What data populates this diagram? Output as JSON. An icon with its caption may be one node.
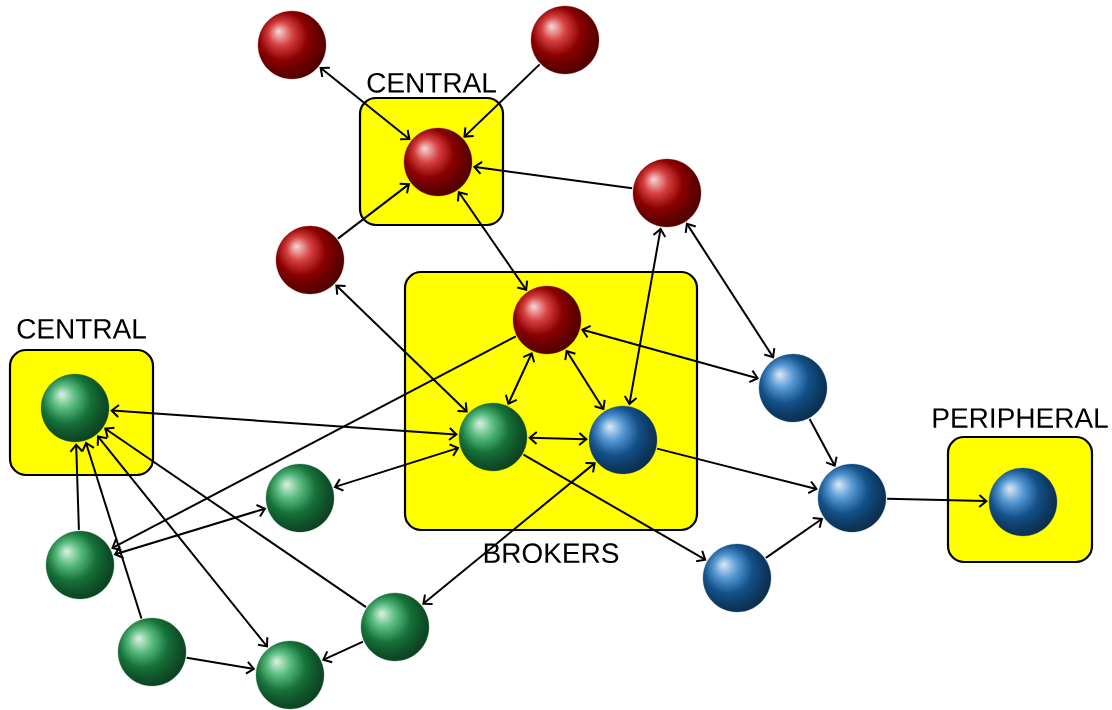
{
  "diagram": {
    "nodes": [
      {
        "text": [
          "CENTRAL"
        ]
      },
      {
        "text": [],
        "shape": "circle",
        "in": 0
      },
      {
        "text": [
          "CENTRAL"
        ]
      },
      {
        "text": [],
        "shape": "circle",
        "in": 2
      },
      {
        "text": [
          "BROKERS"
        ]
      },
      {
        "text": [],
        "shape": "circle",
        "in": 4
      },
      {
        "text": [],
        "shape": "circle",
        "in": 4
      },
      {
        "text": [],
        "shape": "circle",
        "in": 4
      },
      {
        "text": [
          "PERIPHERAL"
        ]
      },
      {
        "text": [],
        "shape": "circle",
        "in": 8
      },
      {
        "text": [],
        "shape": "circle"
      },
      {
        "text": [],
        "shape": "circle"
      },
      {
        "text": [],
        "shape": "circle"
      },
      {
        "text": [],
        "shape": "circle"
      },
      {
        "text": [],
        "shape": "circle"
      },
      {
        "text": [],
        "shape": "circle"
      },
      {
        "text": [],
        "shape": "circle"
      },
      {
        "text": [],
        "shape": "circle"
      },
      {
        "text": [],
        "shape": "circle"
      },
      {
        "text": [],
        "shape": "circle"
      },
      {
        "text": [],
        "shape": "circle"
      },
      {
        "text": [],
        "shape": "circle"
      }
    ],
    "edges": [
      {
        "from": 10,
        "to": 1,
        "arrow": "both"
      },
      {
        "from": 11,
        "to": 1,
        "arrow": "to"
      },
      {
        "from": 12,
        "to": 1,
        "arrow": "to"
      },
      {
        "from": 13,
        "to": 1,
        "arrow": "to"
      },
      {
        "from": 5,
        "to": 1,
        "arrow": "both"
      },
      {
        "from": 7,
        "to": 12,
        "arrow": "both"
      },
      {
        "from": 12,
        "to": 14,
        "arrow": "both"
      },
      {
        "from": 5,
        "to": 14,
        "arrow": "both"
      },
      {
        "from": 13,
        "to": 6,
        "arrow": "both"
      },
      {
        "from": 5,
        "to": 6,
        "arrow": "both"
      },
      {
        "from": 5,
        "to": 7,
        "arrow": "both"
      },
      {
        "from": 6,
        "to": 7,
        "arrow": "both"
      },
      {
        "from": 3,
        "to": 6,
        "arrow": "both"
      },
      {
        "from": 5,
        "to": 18,
        "arrow": "to"
      },
      {
        "from": 17,
        "to": 18,
        "arrow": "both"
      },
      {
        "from": 6,
        "to": 17,
        "arrow": "both"
      },
      {
        "from": 18,
        "to": 3,
        "arrow": "to"
      },
      {
        "from": 19,
        "to": 3,
        "arrow": "to"
      },
      {
        "from": 3,
        "to": 21,
        "arrow": "both"
      },
      {
        "from": 20,
        "to": 3,
        "arrow": "to"
      },
      {
        "from": 19,
        "to": 21,
        "arrow": "to"
      },
      {
        "from": 20,
        "to": 21,
        "arrow": "to"
      },
      {
        "from": 7,
        "to": 20,
        "arrow": "both"
      },
      {
        "from": 6,
        "to": 16,
        "arrow": "to"
      },
      {
        "from": 7,
        "to": 15,
        "arrow": "to"
      },
      {
        "from": 14,
        "to": 15,
        "arrow": "to"
      },
      {
        "from": 16,
        "to": 15,
        "arrow": "to"
      },
      {
        "from": 15,
        "to": 9,
        "arrow": "to"
      }
    ]
  }
}
